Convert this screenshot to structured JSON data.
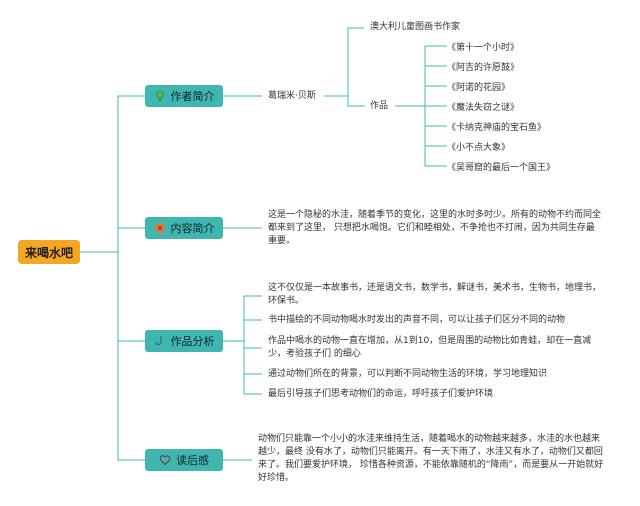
{
  "root": {
    "title": "来喝水吧"
  },
  "branches": {
    "author": {
      "label": "作者简介",
      "icon": "diamond-icon",
      "name": "葛瑞米·贝斯",
      "bio": "澳大利儿童图画书作家",
      "works_label": "作品",
      "works": [
        "《第十一个小时》",
        "《阿吉的许愿鼓》",
        "《阿诺的花园》",
        "《魔法失窃之谜》",
        "《卡纳克神庙的宝石鱼》",
        "《小不点大象》",
        "《吴哥窟的最后一个国王》"
      ]
    },
    "content": {
      "label": "内容简介",
      "icon": "flower-icon",
      "text": "这是一个隐秘的水洼，随着季节的变化，这里的水时多时少。所有的动物不约而同全都来到了这里， 只想把水喝饱。它们和睦相处，不争抢也不打闹，因为共同生存最重要。"
    },
    "analysis": {
      "label": "作品分析",
      "icon": "fishhook-icon",
      "points": [
        "这不仅仅是一本故事书，还是语文书，数学书，解谜书，美术书，生物书，地理书，环保书。",
        "书中描绘的不同动物喝水时发出的声音不同，可以让孩子们区分不同的动物",
        "作品中喝水的动物一直在增加，从1到10，但是周围的动物比如青蛙，却在一直减少，考验孩子们 的细心",
        "通过动物们所在的背景，可以判断不同动物生活的环境，学习地理知识",
        "最后引导孩子们思考动物们的命运，呼吁孩子们爱护环境"
      ]
    },
    "review": {
      "label": "读后感",
      "icon": "heart-icon",
      "text": "动物们只能靠一个小小的水洼来维持生活，随着喝水的动物越来越多，水洼的水也越来越少，最终 没有水了，动物们只能离开。有一天下雨了，水洼又有水了，动物们又都回来了。我们要爱护环境， 珍惜各种资源，不能依靠随机的“降雨”，而是要从一开始就好好珍惜。"
    }
  },
  "colors": {
    "root": "#f5a623",
    "branch": "#3fb7b0",
    "line": "#3fb7b0"
  }
}
